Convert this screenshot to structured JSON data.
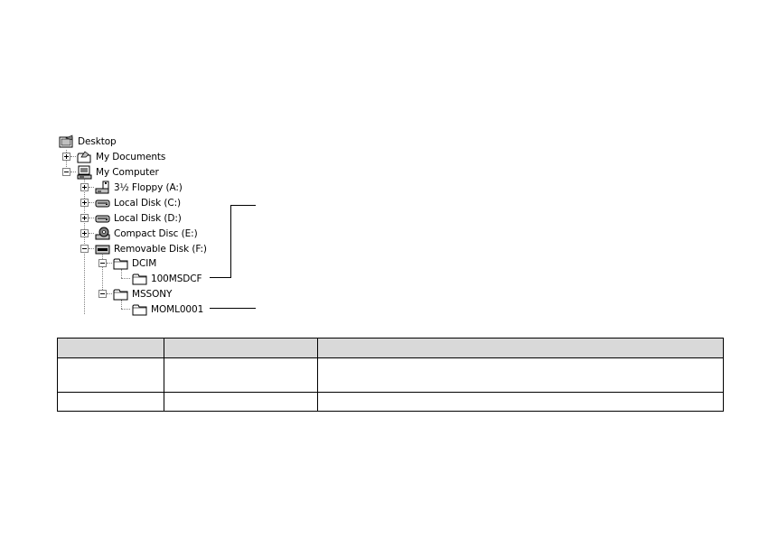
{
  "tree": {
    "desktop": "Desktop",
    "my_documents": "My Documents",
    "my_computer": "My Computer",
    "floppy": "3½ Floppy (A:)",
    "local_c": "Local Disk (C:)",
    "local_d": "Local Disk (D:)",
    "compact_disc": "Compact Disc (E:)",
    "removable": "Removable Disk (F:)",
    "dcim": "DCIM",
    "folder_100msdcf": "100MSDCF",
    "mssony": "MSSONY",
    "moml0001": "MOML0001"
  },
  "table": {
    "headers": [
      "",
      "",
      ""
    ],
    "rows": [
      [
        "",
        "",
        ""
      ],
      [
        "",
        "",
        ""
      ]
    ]
  }
}
